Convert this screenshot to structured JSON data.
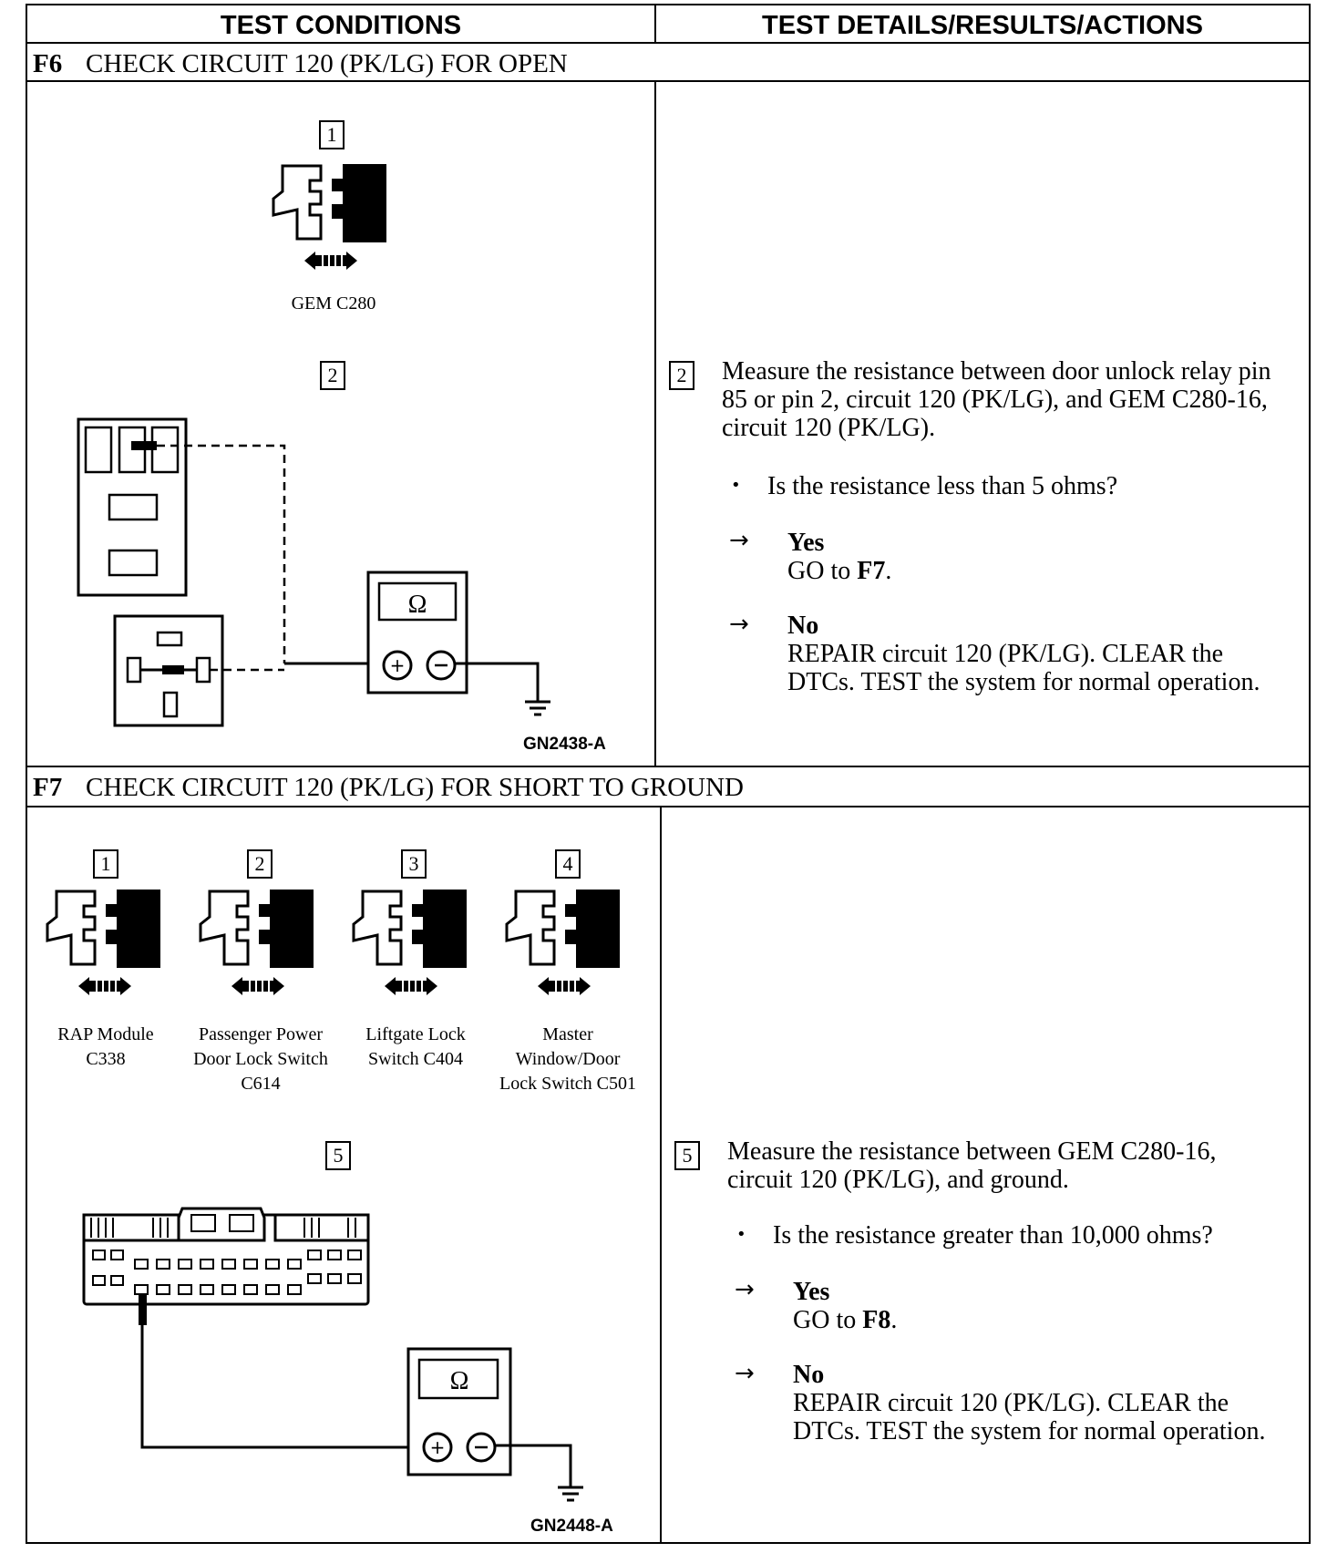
{
  "header": {
    "left": "TEST CONDITIONS",
    "right": "TEST DETAILS/RESULTS/ACTIONS"
  },
  "f6": {
    "tag": "F6",
    "title": "CHECK CIRCUIT 120 (PK/LG) FOR OPEN",
    "steps": {
      "s1": "1",
      "s2": "2"
    },
    "connector_label": "GEM C280",
    "figure_id": "GN2438-A",
    "meter_symbol": "Ω",
    "detail_step": "2",
    "detail": "Measure the resistance between door unlock relay pin 85 or pin 2, circuit 120 (PK/LG), and GEM C280-16, circuit 120 (PK/LG).",
    "question": "Is the resistance less than 5 ohms?",
    "yes_label": "Yes",
    "yes_prefix": "GO to ",
    "yes_target": "F7",
    "yes_suffix": ".",
    "no_label": "No",
    "no_action": "REPAIR circuit 120 (PK/LG). CLEAR the DTCs. TEST the system for normal operation."
  },
  "f7": {
    "tag": "F7",
    "title": "CHECK CIRCUIT 120 (PK/LG) FOR SHORT TO GROUND",
    "steps": {
      "s1": "1",
      "s2": "2",
      "s3": "3",
      "s4": "4",
      "s5": "5"
    },
    "connectors": [
      {
        "line1": "RAP Module",
        "line2": "C338",
        "line3": ""
      },
      {
        "line1": "Passenger Power",
        "line2": "Door Lock Switch",
        "line3": "C614"
      },
      {
        "line1": "Liftgate Lock",
        "line2": "Switch C404",
        "line3": ""
      },
      {
        "line1": "Master",
        "line2": "Window/Door",
        "line3": "Lock Switch C501"
      }
    ],
    "figure_id": "GN2448-A",
    "meter_symbol": "Ω",
    "detail_step": "5",
    "detail": "Measure the resistance between GEM C280-16, circuit 120 (PK/LG), and ground.",
    "question": "Is the resistance greater than 10,000 ohms?",
    "yes_label": "Yes",
    "yes_prefix": "GO to ",
    "yes_target": "F8",
    "yes_suffix": ".",
    "no_label": "No",
    "no_action": "REPAIR circuit 120 (PK/LG). CLEAR the DTCs. TEST the system for normal operation."
  },
  "glyphs": {
    "arrow": "→",
    "bullet": "•"
  }
}
